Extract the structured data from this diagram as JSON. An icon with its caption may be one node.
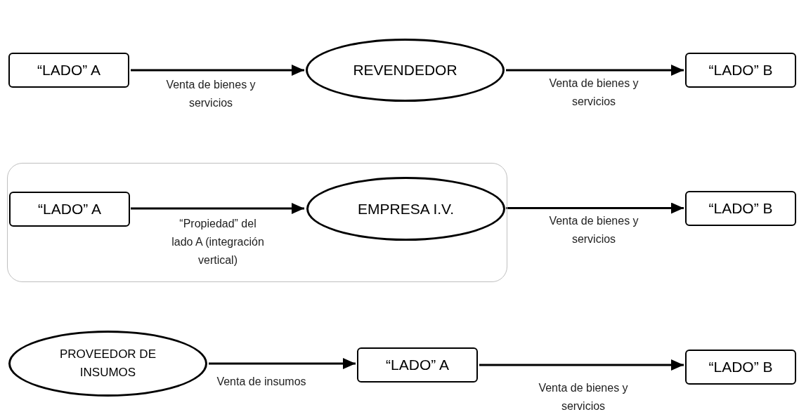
{
  "diagram": {
    "nodes": [
      {
        "text": [
          "“LADO” A"
        ]
      },
      {
        "text": [
          "REVENDEDOR"
        ]
      },
      {
        "text": [
          "“LADO” B"
        ]
      },
      {
        "text": [],
        "shape": "box"
      },
      {
        "text": [
          "“LADO” A"
        ],
        "in": 3
      },
      {
        "text": [
          "EMPRESA I.V."
        ],
        "in": 3
      },
      {
        "text": [
          "“LADO” B"
        ]
      },
      {
        "text": [
          "PROVEEDOR DE INSUMOS"
        ]
      },
      {
        "text": [
          "“LADO” A"
        ]
      },
      {
        "text": [
          "“LADO” B"
        ]
      }
    ],
    "edges": [
      {
        "from": 0,
        "to": 1,
        "arrow": "to",
        "label": "Venta de bienes y servicios"
      },
      {
        "from": 1,
        "to": 2,
        "arrow": "to",
        "label": "Venta de bienes y servicios"
      },
      {
        "from": 4,
        "to": 5,
        "arrow": "to",
        "label": "“Propiedad” del lado A (integración vertical)"
      },
      {
        "from": 5,
        "to": 6,
        "arrow": "to",
        "label": "Venta de bienes y servicios"
      },
      {
        "from": 7,
        "to": 8,
        "arrow": "to",
        "label": "Venta de insumos"
      },
      {
        "from": 8,
        "to": 9,
        "arrow": "to",
        "label": "Venta de bienes y servicios"
      }
    ]
  }
}
